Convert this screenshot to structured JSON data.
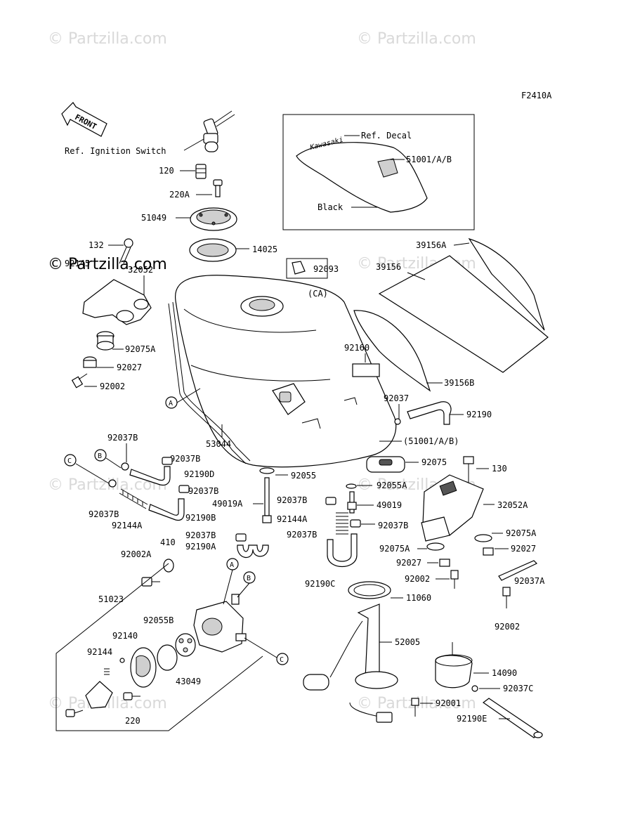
{
  "diagram": {
    "figure_code": "F2410A",
    "front_label": "FRONT",
    "watermark": "© Partzilla.com",
    "callouts": {
      "ref_ignition": "Ref. Ignition Switch",
      "p120": "120",
      "p220a": "220A",
      "p51049": "51049",
      "p132": "132",
      "p92145": "92145",
      "p32052": "32052",
      "p14025": "14025",
      "p92075a_l": "92075A",
      "p92027_l": "92027",
      "p92002_l": "92002",
      "p53044": "53044",
      "circ_a": "A",
      "circ_b": "B",
      "circ_c": "C",
      "p92037b_1": "92037B",
      "p92037b_2": "92037B",
      "p92190d": "92190D",
      "p92037b_3": "92037B",
      "p92037b_4": "92037B",
      "p92144a": "92144A",
      "p92190b": "92190B",
      "p92037b_5": "92037B",
      "p92190a": "92190A",
      "p92037b_6": "92037B",
      "p410": "410",
      "p92002a": "92002A",
      "p51023": "51023",
      "p92055b": "92055B",
      "p92140": "92140",
      "p92144": "92144",
      "p43049": "43049",
      "p220": "220",
      "ref_decal": "Ref. Decal",
      "p51001": "51001/A/B",
      "black": "Black",
      "brand": "Kawasaki",
      "p39156a": "39156A",
      "p39156": "39156",
      "p92093": "92093",
      "ca": "(CA)",
      "p92160": "92160",
      "p39156b": "39156B",
      "p92037": "92037",
      "p92190": "92190",
      "p51001_ref": "(51001/A/B)",
      "p92075": "92075",
      "p130": "130",
      "p92055": "92055",
      "p92055a": "92055A",
      "p49019a": "49019A",
      "p92037b_7": "92037B",
      "p49019": "49019",
      "p92144a_r": "92144A",
      "p92037b_8": "92037B",
      "p92190c": "92190C",
      "p32052a": "32052A",
      "p92075a_r1": "92075A",
      "p92075a_r2": "92075A",
      "p92027_r1": "92027",
      "p92027_r2": "92027",
      "p92037a": "92037A",
      "p92002_r1": "92002",
      "p92002_r2": "92002",
      "p11060": "11060",
      "p52005": "52005",
      "p14090": "14090",
      "p92037c": "92037C",
      "p92001": "92001",
      "p92190e": "92190E"
    }
  }
}
